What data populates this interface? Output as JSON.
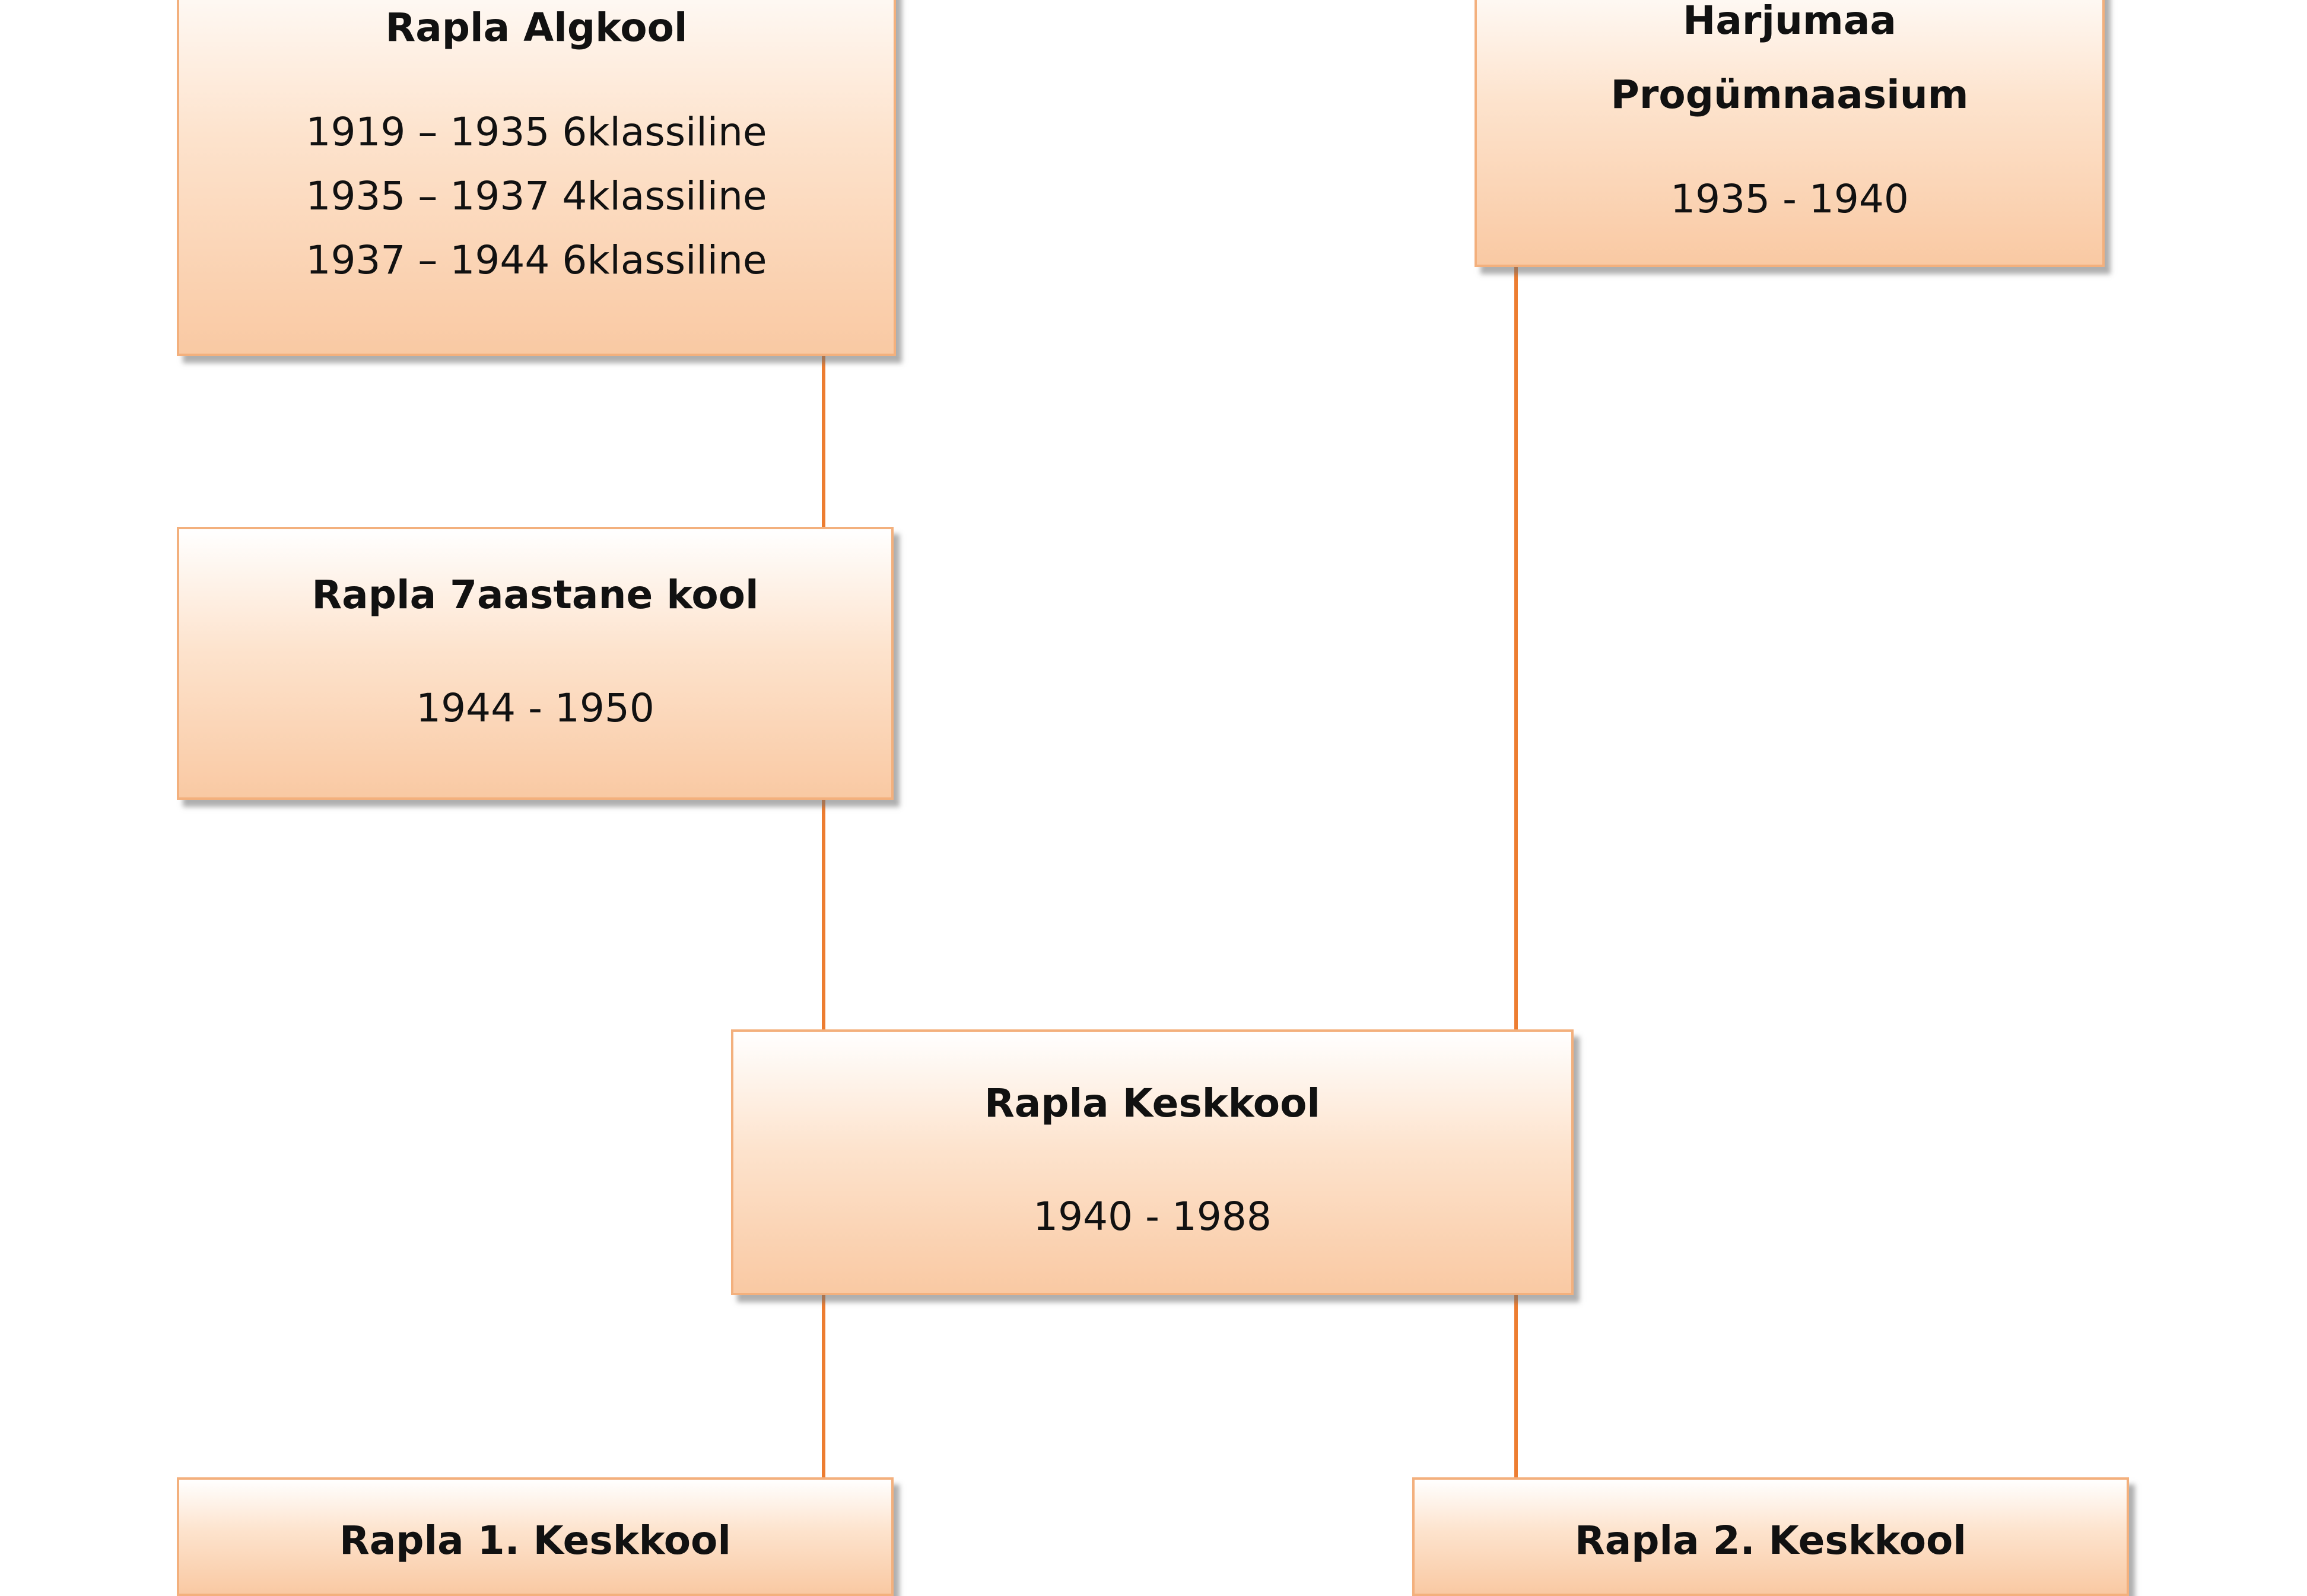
{
  "boxes": {
    "algkool": {
      "title": "Rapla Algkool",
      "lines": [
        "1919 – 1935 6klassiline",
        "1935 – 1937 4klassiline",
        "1937 – 1944 6klassiline"
      ]
    },
    "harjumaa": {
      "title_lines": [
        "Harjumaa",
        "Progümnaasium"
      ],
      "years": "1935 - 1940"
    },
    "seven_year": {
      "title": "Rapla 7aastane kool",
      "years": "1944 - 1950"
    },
    "keskkool": {
      "title": "Rapla Keskkool",
      "years": "1940 - 1988"
    },
    "first_keskkool": {
      "title": "Rapla 1. Keskkool"
    },
    "second_keskkool": {
      "title": "Rapla 2. Keskkool"
    }
  },
  "colors": {
    "connector": "#ed7d31",
    "box_border": "#f3b07d",
    "box_fill_top": "#ffffff",
    "box_fill_bottom": "#f9c9a3"
  }
}
